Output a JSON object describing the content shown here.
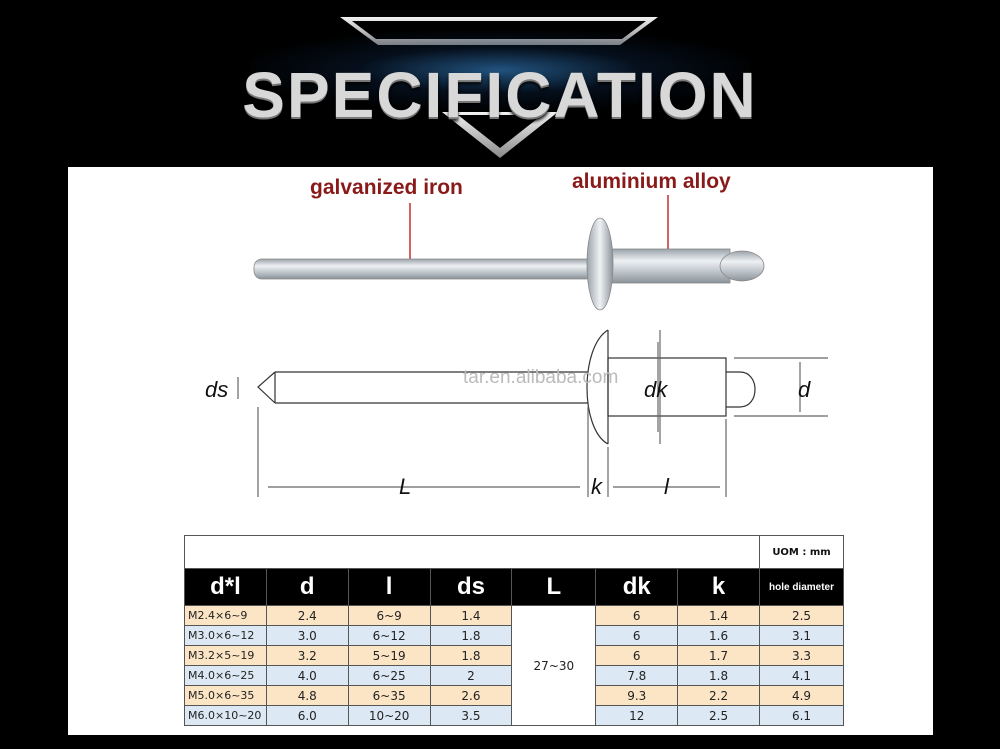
{
  "header": {
    "title": "SPECIFICATION"
  },
  "labels": {
    "top_left": "galvanized iron",
    "top_right": "aluminium alloy",
    "watermark": "tar.en.alibaba.com",
    "dim_ds": "ds",
    "dim_dk": "dk",
    "dim_d": "d",
    "dim_L": "L",
    "dim_k": "k",
    "dim_l": "l"
  },
  "table": {
    "uom": "UOM : mm",
    "headers": [
      "d*l",
      "d",
      "l",
      "ds",
      "L",
      "dk",
      "k",
      "hole diameter"
    ],
    "L_value": "27~30",
    "rows": [
      {
        "dl": "M2.4×6~9",
        "d": "2.4",
        "l": "6~9",
        "ds": "1.4",
        "dk": "6",
        "k": "1.4",
        "hole": "2.5"
      },
      {
        "dl": "M3.0×6~12",
        "d": "3.0",
        "l": "6~12",
        "ds": "1.8",
        "dk": "6",
        "k": "1.6",
        "hole": "3.1"
      },
      {
        "dl": "M3.2×5~19",
        "d": "3.2",
        "l": "5~19",
        "ds": "1.8",
        "dk": "6",
        "k": "1.7",
        "hole": "3.3"
      },
      {
        "dl": "M4.0×6~25",
        "d": "4.0",
        "l": "6~25",
        "ds": "2",
        "dk": "7.8",
        "k": "1.8",
        "hole": "4.1"
      },
      {
        "dl": "M5.0×6~35",
        "d": "4.8",
        "l": "6~35",
        "ds": "2.6",
        "dk": "9.3",
        "k": "2.2",
        "hole": "4.9"
      },
      {
        "dl": "M6.0×10~20",
        "d": "6.0",
        "l": "10~20",
        "ds": "3.5",
        "dk": "12",
        "k": "2.5",
        "hole": "6.1"
      }
    ]
  }
}
